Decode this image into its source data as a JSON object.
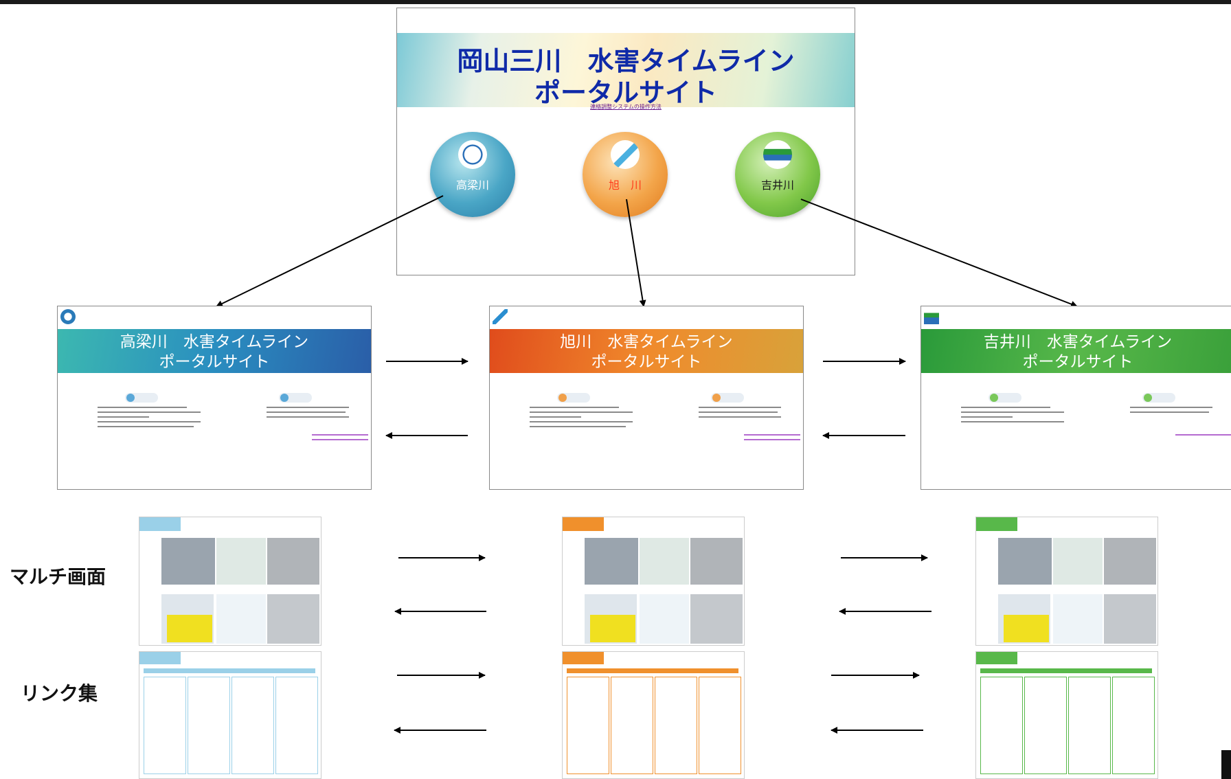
{
  "portal": {
    "title_line1": "岡山三川　水害タイムライン",
    "title_line2": "ポータルサイト",
    "link": "連絡調整システムの操作方法",
    "rivers": [
      {
        "label": "高梁川",
        "label_color": "#ffffff"
      },
      {
        "label": "旭　川",
        "label_color": "#ff3b1a"
      },
      {
        "label": "吉井川",
        "label_color": "#1a1a1a"
      }
    ]
  },
  "river_pages": [
    {
      "title_line1": "高梁川　水害タイムライン",
      "title_line2": "ポータルサイト",
      "color": "#2a7ab8"
    },
    {
      "title_line1": "旭川　水害タイムライン",
      "title_line2": "ポータルサイト",
      "color": "#e46a24"
    },
    {
      "title_line1": "吉井川　水害タイムライン",
      "title_line2": "ポータルサイト",
      "color": "#48a838"
    }
  ],
  "rows": {
    "multi": "マルチ画面",
    "links": "リンク集"
  },
  "colors": {
    "takahashi": "#2a7ab8",
    "asahi": "#e46a24",
    "yoshii": "#48a838",
    "portal_title": "#0f2aa8"
  }
}
